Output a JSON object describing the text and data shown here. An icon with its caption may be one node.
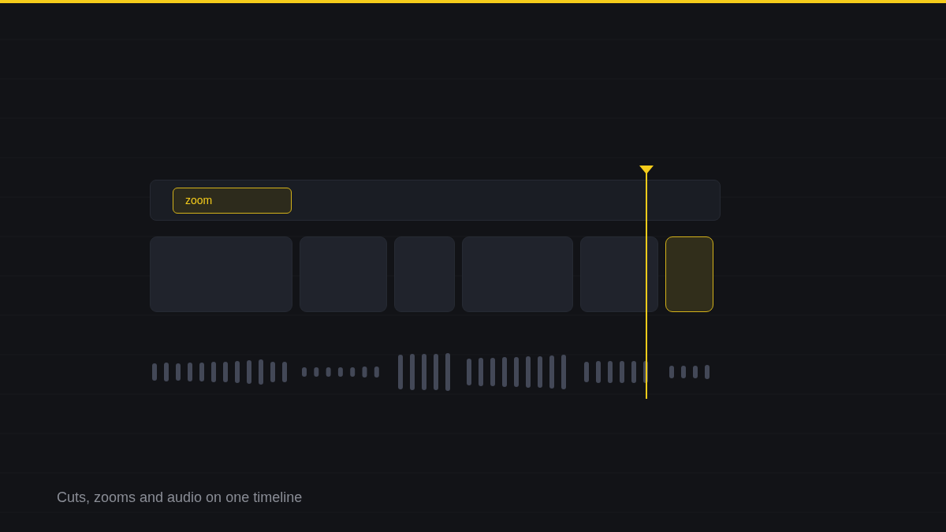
{
  "diagram": {
    "caption": "Cuts, zooms and audio on one timeline",
    "nodes": [
      {
        "text": [],
        "shape": "bar"
      },
      {
        "text": [
          "zoom"
        ],
        "in": 0
      },
      {
        "text": [],
        "shape": "box"
      },
      {
        "text": [],
        "shape": "box"
      },
      {
        "text": [],
        "shape": "box"
      },
      {
        "text": [],
        "shape": "box"
      },
      {
        "text": [],
        "shape": "box"
      },
      {
        "text": [],
        "shape": "box"
      }
    ]
  }
}
